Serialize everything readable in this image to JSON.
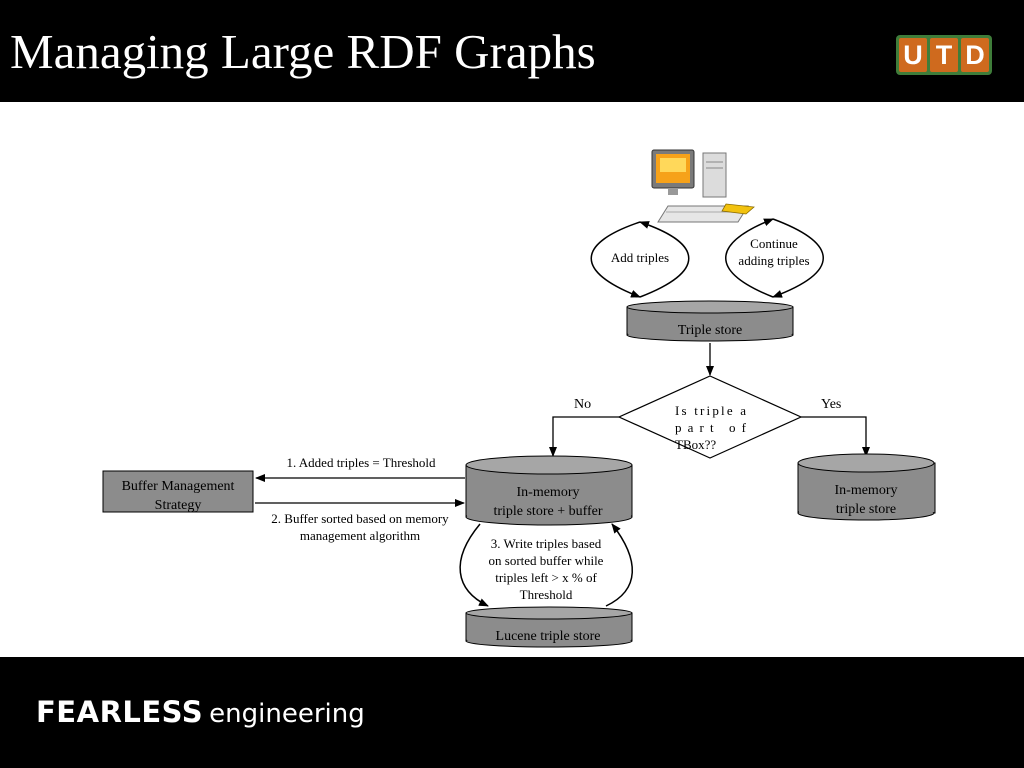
{
  "slide": {
    "title": "Managing Large RDF Graphs",
    "logo_letters": [
      "U",
      "T",
      "D"
    ],
    "footer": {
      "bold": "FEARLESS",
      "light": "engineering"
    }
  },
  "diagram": {
    "nodes": {
      "computer": "computer-icon",
      "add_triples": "Add triples",
      "continue_adding": [
        "Continue",
        "adding triples"
      ],
      "triple_store": "Triple store",
      "decision": [
        "Is triple a",
        "part of",
        "TBox??"
      ],
      "no_label": "No",
      "yes_label": "Yes",
      "inmemory_buffer": [
        "In-memory",
        "triple store + buffer"
      ],
      "inmemory_store": [
        "In-memory",
        "triple store"
      ],
      "buffer_strategy": [
        "Buffer Management",
        "Strategy"
      ],
      "lucene_store": "Lucene triple store"
    },
    "edges": {
      "threshold": "1. Added triples = Threshold",
      "buffer_sorted": [
        "2. Buffer sorted based on memory",
        "management algorithm"
      ],
      "write_triples": [
        "3. Write triples based",
        "on sorted buffer while",
        "triples left > x % of",
        "Threshold"
      ]
    },
    "colors": {
      "cylinder_fill": "#8c8c8c",
      "cylinder_top": "#a6a6a6",
      "box_fill": "#8c8c8c"
    }
  }
}
